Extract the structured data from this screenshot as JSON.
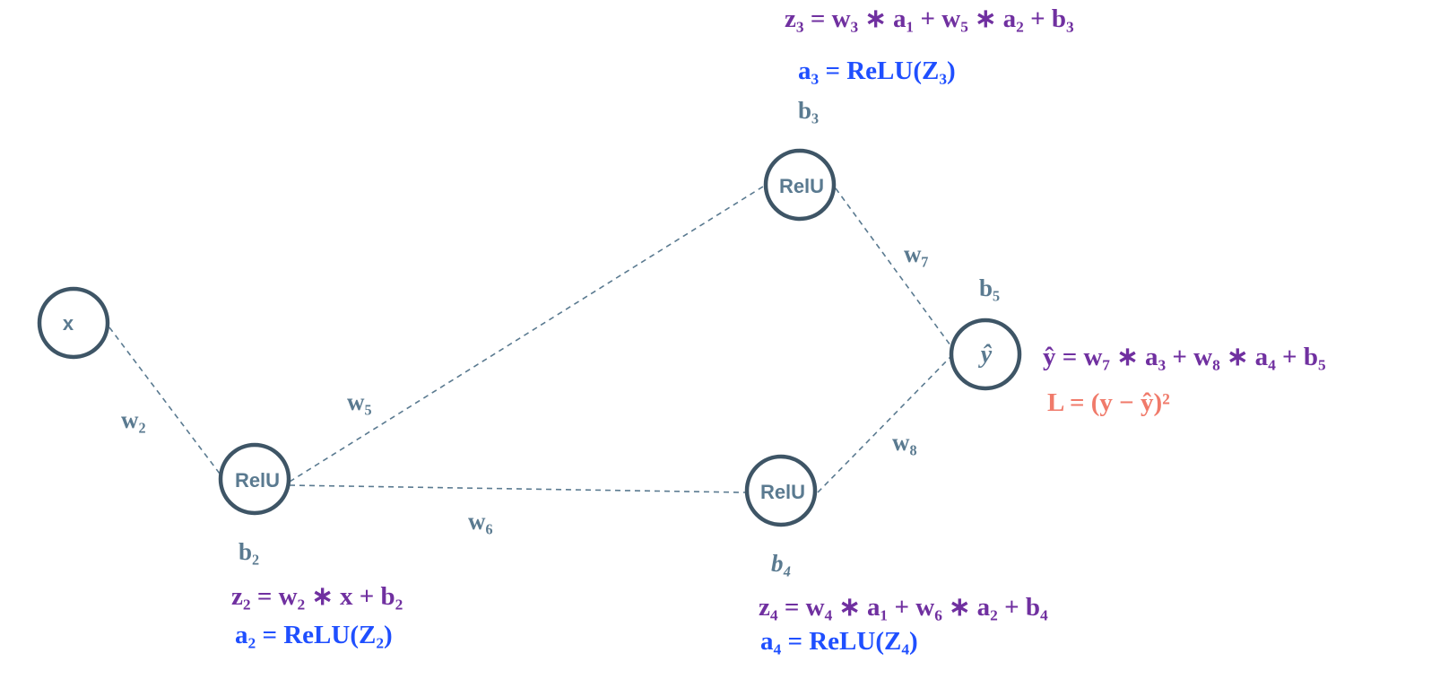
{
  "colors": {
    "node_stroke": "#3e5566",
    "edge": "#5a7a90",
    "z_equation": "#7030a0",
    "a_equation": "#1f4fff",
    "loss": "#f07a6a"
  },
  "nodes": {
    "input": "x",
    "hidden2": "RelU",
    "hidden3": "RelU",
    "hidden4": "RelU",
    "output": "ŷ"
  },
  "weights": {
    "w2": "w₂",
    "w5": "w₅",
    "w6": "w₆",
    "w7": "w₇",
    "w8": "w₈"
  },
  "biases": {
    "b2": "b₂",
    "b3": "b₃",
    "b4": "b₄",
    "b5": "b₅"
  },
  "equations": {
    "z3": "z₃ =  w₃ ∗ a₁ +  w₅ ∗ a₂ + b₃",
    "a3": "a₃ = ReLU(Z₃)",
    "z2": "z₂ =  w₂ ∗ x + b₂",
    "a2": "a₂ = ReLU(Z₂)",
    "z4": "z₄ =  w₄ ∗ a₁ +  w₆ ∗ a₂ + b₄",
    "a4": "a₄ = ReLU(Z₄)",
    "yhat": "ŷ =  w₇ ∗ a₃ +  w₈ ∗ a₄ + b₅",
    "loss": "L =  (y − ŷ)²"
  }
}
